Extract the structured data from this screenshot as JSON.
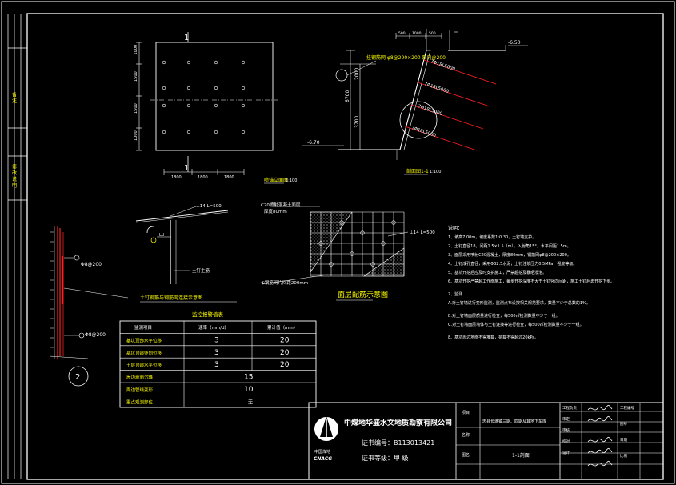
{
  "colors": {
    "background": "#000000",
    "line": "#ffffff",
    "cyan": "#00ffff",
    "yellow": "#ffff00",
    "red": "#ff2020",
    "green": "#00ff00",
    "hatch": "#d8d8d8"
  },
  "left_strip": {
    "label_1": "备  注",
    "label_2": "修  改  说  明"
  },
  "plan": {
    "marker_top": "1",
    "marker_bottom": "1",
    "dims_left": [
      "1000",
      "1500",
      "1500",
      "1000"
    ],
    "dims_bottom": [
      "1800",
      "1800",
      "1800"
    ],
    "title": "喷锚立面图",
    "scale": "1:100"
  },
  "section": {
    "dims_top": [
      "500",
      "1000",
      "500"
    ],
    "ground_elev": "-6.50",
    "base_elev": "-6.70",
    "height_total": "6700",
    "height_parts": [
      "2000",
      "3700"
    ],
    "mesh_note": "挂钢筋网 φ8@200×200 双向@200",
    "nails": [
      "7Φ18L5000",
      "7Φ18L5000",
      "7Φ18L5000",
      "7Φ18L5000"
    ],
    "title": "剖面图1-1",
    "scale": "1:100"
  },
  "detail_nail": {
    "label_bar": "⊥14 L=500",
    "label_ld": "Ld",
    "label_main": "土钉主筋",
    "title": "土钉钢筋与钢筋网连接示意图"
  },
  "detail_mesh": {
    "label_top": "C20喷射混凝土面层",
    "label_top2": "厚度80mm",
    "label_right": "⊥14 L=500",
    "label_bottom": "①钢筋网片间距200mm",
    "title": "面层配筋示意图"
  },
  "detail_wall": {
    "label_1": "Φ8@200",
    "label_2": "Φ8@200",
    "circle_label": "2"
  },
  "monitor_table": {
    "title": "监控报警值表",
    "headers": [
      "监测项目",
      "速率（mm/d）",
      "累计值（mm）"
    ],
    "rows": [
      [
        "基坑顶部水平位移",
        "3",
        "20"
      ],
      [
        "基坑顶部竖向位移",
        "3",
        "20"
      ],
      [
        "土层顶部水平位移",
        "3",
        "20"
      ],
      [
        "周边地面沉降",
        "15",
        ""
      ],
      [
        "周边管线变形",
        "10",
        ""
      ],
      [
        "重点观测部位",
        "无",
        ""
      ]
    ]
  },
  "notes": {
    "title": "说明：",
    "lines": [
      "1、坡高7.00m，坡度系数1:0.30，土钉墙支护。",
      "2、土钉直径18，间距1.5×1.5（m），入射角15°，水平间距1.5m。",
      "3、面层采用喷射C20混凝土，厚度80mm，钢筋网φ8@200×200。",
      "4、土钉成孔直径，采用Φ32.5水泥，土钉注浆压力0.5MPa，强度等级。",
      "5、基坑开挖后应及时支护施工，严禁超挖及暴晒浸泡。",
      "6、基坑开挖严禁超工作面施工，每步开挖深度不大于土钉竖向间距，施工土钉后再开挖下步。",
      "7、监测",
      "A.对土钉墙进行变形监测，监测点布设按相关规范要求，数量不少于总数的1%。",
      "B.对土钉墙面层质量进行检查，每500㎡检测数量不少于一组。",
      "C.对土钉墙面层墙体与土钉连接等进行检查，每500㎡检测数量不少于一组。",
      "8、基坑周边地面不得堆载，荷载不得超过20kPa。"
    ]
  },
  "title_block": {
    "company": "中煤地华盛水文地质勘察有限公司",
    "cert_no": "证书编号：B113013421",
    "cert_grade": "证书等级：甲  级",
    "logo_text": "中国煤地",
    "logo_sub": "CNACG",
    "project": "忠县长滩镇三期、四期及其地下车库",
    "drawing_name": "1-1剖面",
    "labels": [
      "项目",
      "名称",
      "图名"
    ],
    "right_labels": [
      "工程负责",
      "审定",
      "审核",
      "校对",
      "设计"
    ],
    "right_info": [
      "工程编号",
      "图号",
      "日期",
      "比例"
    ]
  }
}
